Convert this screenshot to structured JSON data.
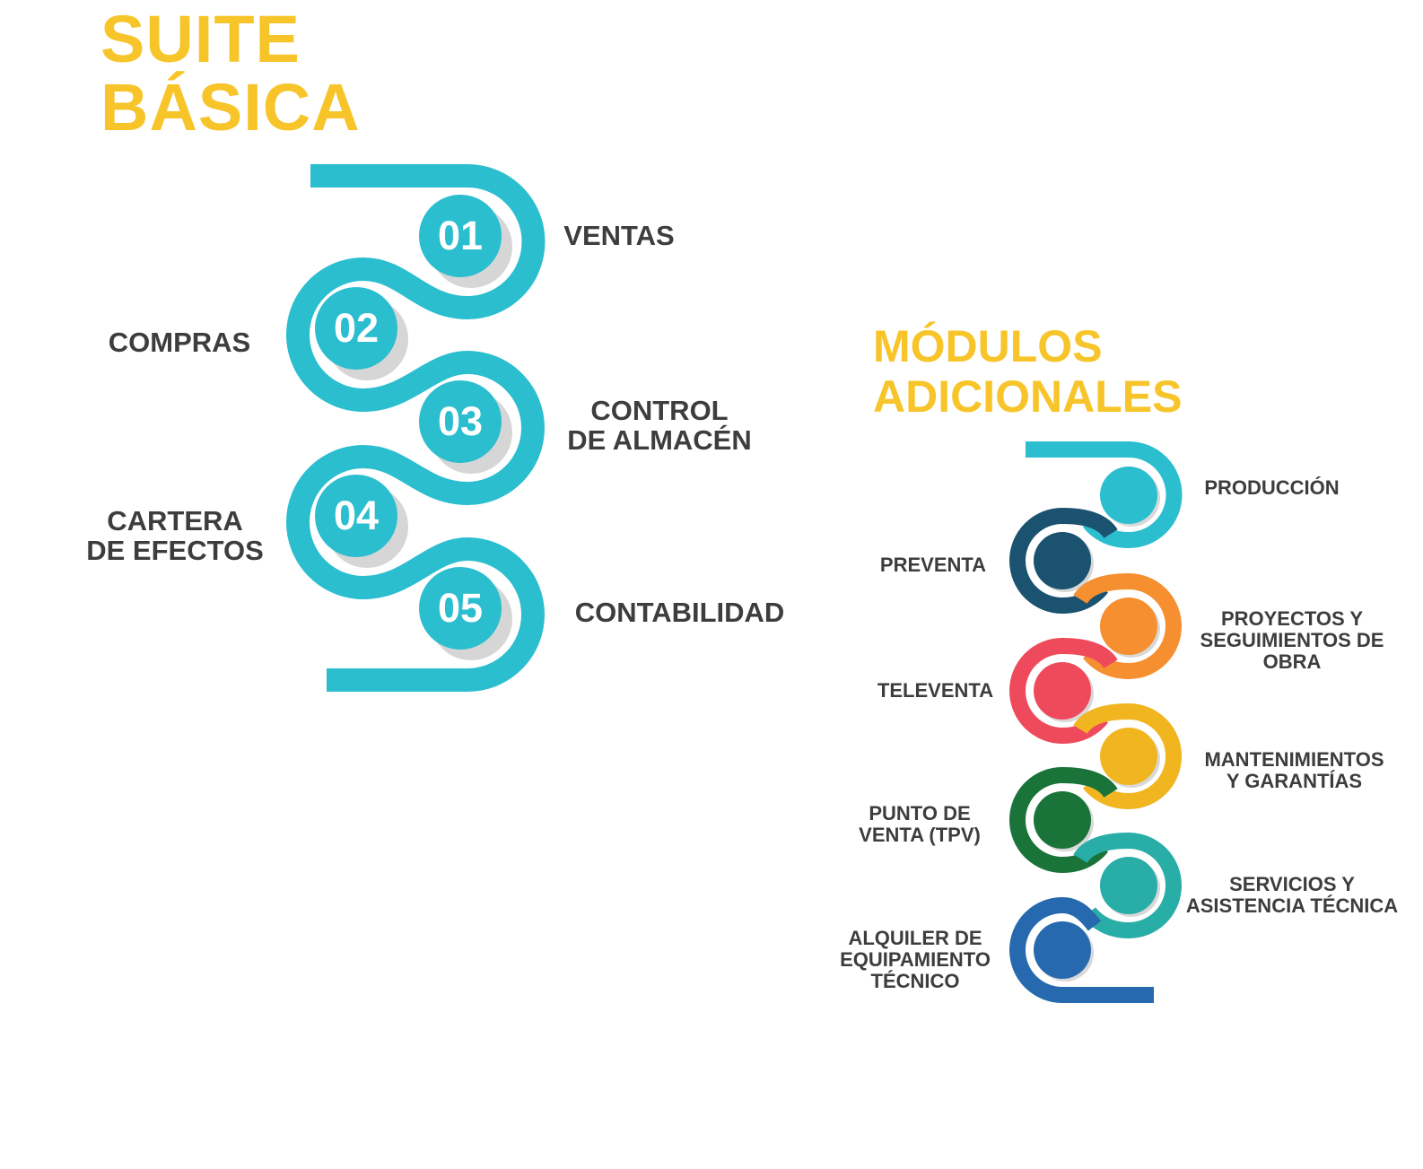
{
  "suite": {
    "title_line1": "SUITE",
    "title_line2": "BÁSICA",
    "color": "#2bbecf",
    "items": [
      {
        "number": "01",
        "label": "VENTAS"
      },
      {
        "number": "02",
        "label": "COMPRAS"
      },
      {
        "number": "03",
        "label": "CONTROL\nDE ALMACÉN"
      },
      {
        "number": "04",
        "label": "CARTERA\nDE EFECTOS"
      },
      {
        "number": "05",
        "label": "CONTABILIDAD"
      }
    ]
  },
  "modules": {
    "title_line1": "MÓDULOS",
    "title_line2": "ADICIONALES",
    "items": [
      {
        "label": "PRODUCCIÓN",
        "color": "#2bbecf"
      },
      {
        "label": "PREVENTA",
        "color": "#1a5270"
      },
      {
        "label": "PROYECTOS Y\nSEGUIMIENTOS DE\nOBRA",
        "color": "#f58f2f"
      },
      {
        "label": "TELEVENTA",
        "color": "#ee4a5c"
      },
      {
        "label": "MANTENIMIENTOS\nY GARANTÍAS",
        "color": "#f1b520"
      },
      {
        "label": "PUNTO DE\nVENTA (TPV)",
        "color": "#1a7339"
      },
      {
        "label": "SERVICIOS Y\nASISTENCIA TÉCNICA",
        "color": "#28ada7"
      },
      {
        "label": "ALQUILER DE\nEQUIPAMIENTO\nTÉCNICO",
        "color": "#2669ae"
      }
    ]
  },
  "title_color": "#f7c52a"
}
